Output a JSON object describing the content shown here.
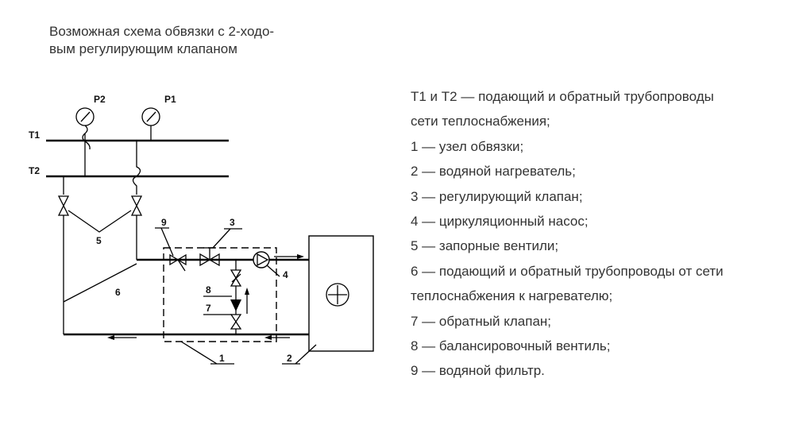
{
  "title": {
    "line1": "Возможная схема обвязки с 2-ходо-",
    "line2": "вым регулирующим клапаном"
  },
  "diagram_labels": {
    "t1": "T1",
    "t2": "T2",
    "p1": "P1",
    "p2": "P2",
    "n1": "1",
    "n2": "2",
    "n3": "3",
    "n4": "4",
    "n5": "5",
    "n6": "6",
    "n7": "7",
    "n8": "8",
    "n9": "9"
  },
  "legend": [
    "T1 и T2 — подающий и обратный трубопроводы",
    "сети теплоснабжения;",
    "1 — узел обвязки;",
    "2 — водяной нагреватель;",
    "3 — регулирующий клапан;",
    "4 — циркуляционный насос;",
    "5 — запорные вентили;",
    "6 — подающий и обратный трубопроводы от сети",
    "теплоснабжения к нагревателю;",
    "7 — обратный клапан;",
    "8 — балансировочный вентиль;",
    "9 — водяной фильтр."
  ]
}
